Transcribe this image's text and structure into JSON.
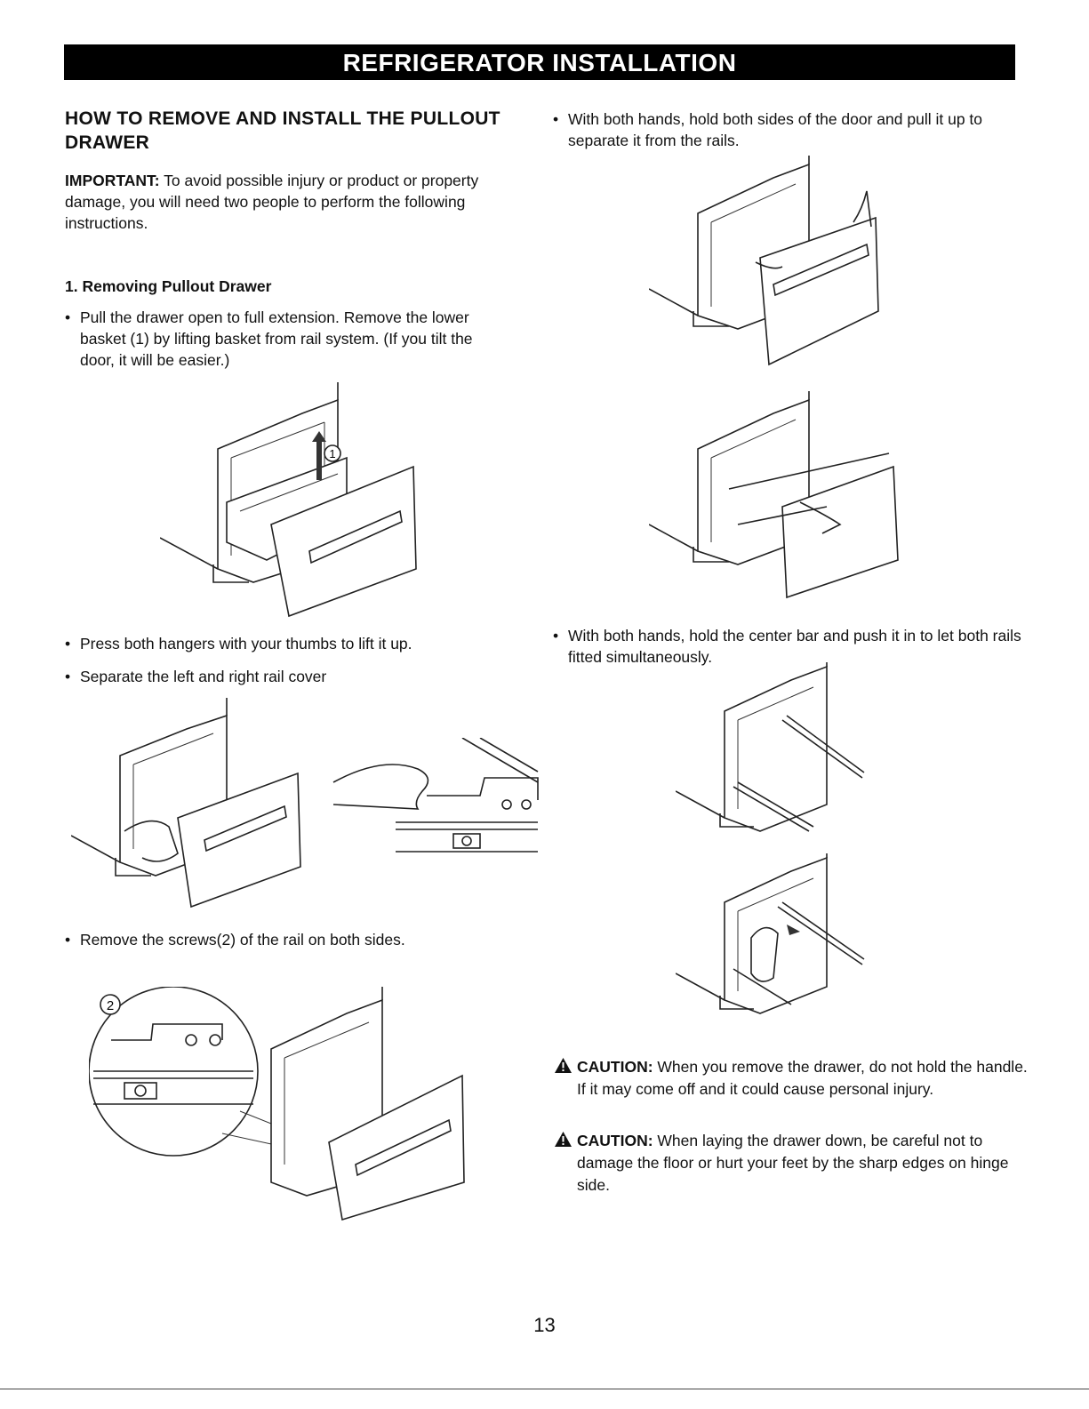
{
  "header": {
    "title": "REFRIGERATOR INSTALLATION"
  },
  "section": {
    "title": "HOW TO REMOVE AND INSTALL THE PULLOUT DRAWER"
  },
  "important": {
    "label": "IMPORTANT:",
    "text": " To avoid possible injury or product or property damage, you will need two people to perform the following instructions."
  },
  "step1": {
    "title": "1. Removing Pullout Drawer",
    "bullet_pull": "Pull the drawer open to full extension. Remove the lower basket (1) by lifting basket from rail system. (If you tilt the door, it will be easier.)",
    "bullet_press": "Press both hangers with your thumbs to lift it up.",
    "bullet_separate": "Separate the left and right rail cover",
    "bullet_screws": "Remove the screws(2) of the rail on both sides."
  },
  "right": {
    "bullet_door": "With both hands, hold both sides of the door and pull it up to separate it from the rails.",
    "bullet_center": "With both hands, hold the center bar and push it in to let both rails fitted simultaneously."
  },
  "callouts": {
    "one": "1",
    "two": "2"
  },
  "cautions": [
    {
      "label": "CAUTION:",
      "text": " When you remove the drawer, do not hold the handle. If it may come off and it could cause personal injury."
    },
    {
      "label": "CAUTION:",
      "text": " When laying the drawer down, be careful not to damage the floor or hurt your feet by the sharp edges on hinge side."
    }
  ],
  "footer": {
    "page_number": "13"
  }
}
